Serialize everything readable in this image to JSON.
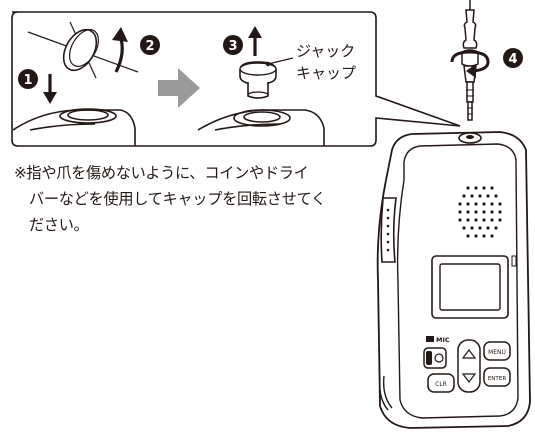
{
  "step_numbers": [
    "1",
    "2",
    "3",
    "4"
  ],
  "callout_label": {
    "line1": "ジャック",
    "line2": "キャップ"
  },
  "side_button_labels": {
    "mic": "MIC",
    "menu": "MENU",
    "clr": "CLR",
    "enter": "ENTER"
  },
  "note": {
    "line1": "※指や爪を傷めないように、コインやドライ",
    "line2": "バーなどを使用してキャップを回転させてく",
    "line3": "ださい。"
  },
  "colors": {
    "ink": "#231815",
    "arrow_gray": "#9a9a9a",
    "cap_fill": "#ffffff"
  }
}
